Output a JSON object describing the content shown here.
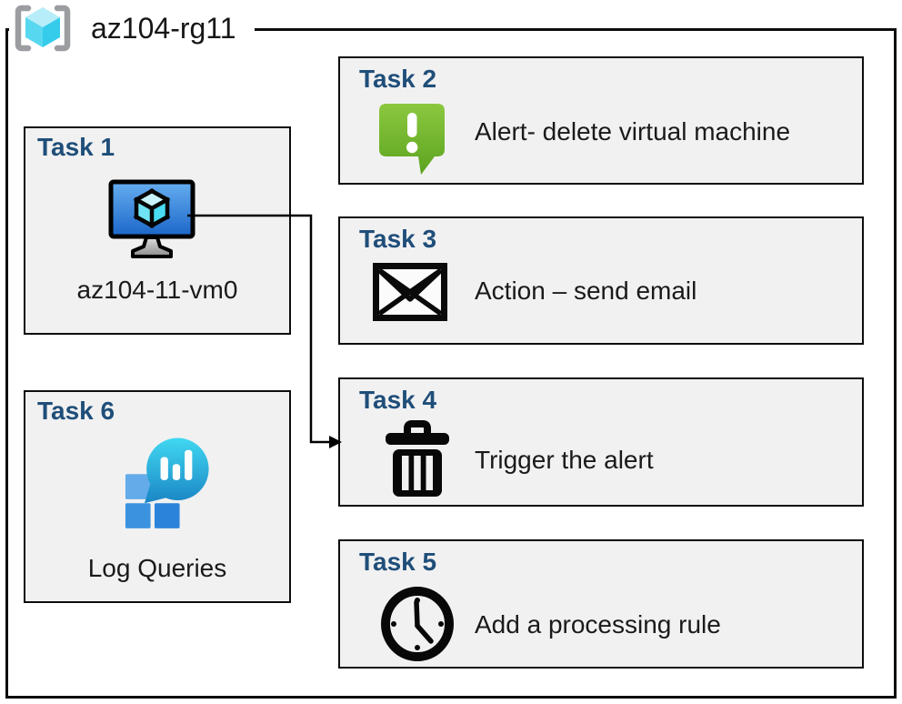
{
  "group": {
    "label": "az104-rg11",
    "icon": "resource-group-icon"
  },
  "tasks": [
    {
      "title": "Task 1",
      "label": "az104-11-vm0",
      "icon": "virtual-machine-icon"
    },
    {
      "title": "Task 2",
      "label": "Alert- delete virtual machine",
      "icon": "alert-icon"
    },
    {
      "title": "Task 3",
      "label": "Action – send email",
      "icon": "email-icon"
    },
    {
      "title": "Task 4",
      "label": "Trigger the alert",
      "icon": "trash-icon"
    },
    {
      "title": "Task 5",
      "label": "Add a processing rule",
      "icon": "clock-icon"
    },
    {
      "title": "Task 6",
      "label": "Log Queries",
      "icon": "log-queries-icon"
    }
  ],
  "connector": {
    "from": "Task 1 virtual machine",
    "to": "Task 4 trigger the alert"
  },
  "colors": {
    "task_title_blue": "#1F4E79",
    "box_fill": "#F1F1F2",
    "box_border": "#0D0D0D",
    "alert_green": "#6FB32E",
    "vm_screen_blue": "#2F82DC",
    "log_bubble_teal": "#27AEDE",
    "log_square_blue": "#3B93E0",
    "cube_cyan": "#58D8F0",
    "bracket_gray": "#9B9DA0"
  }
}
